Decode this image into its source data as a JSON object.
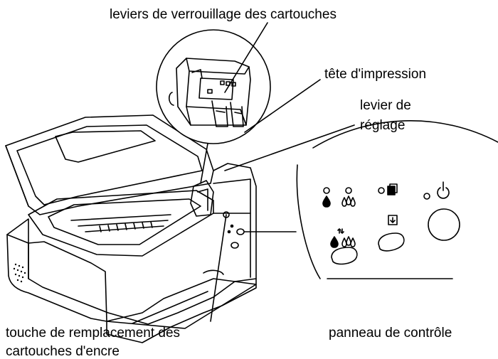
{
  "labels": {
    "cartridge_levers": "leviers de verrouillage des cartouches",
    "print_head": "tête d'impression",
    "adjust_lever_line1": "levier de",
    "adjust_lever_line2": "réglage",
    "ink_button_line1": "touche de remplacement des",
    "ink_button_line2": "cartouches d'encre",
    "control_panel": "panneau de contrôle"
  },
  "icons": {
    "ink_light": "ink-drop-icon",
    "paper_light": "paper-icon",
    "power": "power-icon",
    "ink_button": "ink-replace-icon",
    "paper_button": "paper-feed-icon"
  },
  "colors": {
    "line": "#000000",
    "background": "#ffffff"
  }
}
